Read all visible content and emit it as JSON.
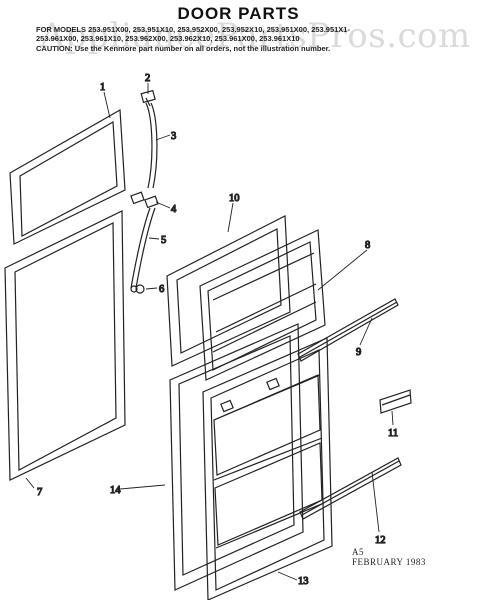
{
  "title": "DOOR PARTS",
  "watermark": "AppliancePartsPros.com",
  "models_line1": "FOR MODELS 253.951X00, 253.951X10, 253.952X00, 253.952X10, 253.951X00, 253.951X1-",
  "models_line2": "253.961X00, 253.961X10, 253.962X00, 253.962X10, 253.961X00, 253.961X10",
  "caution": "CAUTION: Use the Kenmore part number on all orders, not the illustration number.",
  "callouts": {
    "c1": "1",
    "c2": "2",
    "c3": "3",
    "c4": "4",
    "c5": "5",
    "c6": "6",
    "c7": "7",
    "c8": "8",
    "c9": "9",
    "c10": "10",
    "c11": "11",
    "c12": "12",
    "c13": "13",
    "c14": "14"
  },
  "stamp": {
    "code": "A5",
    "date": "FEBRUARY 1983"
  }
}
